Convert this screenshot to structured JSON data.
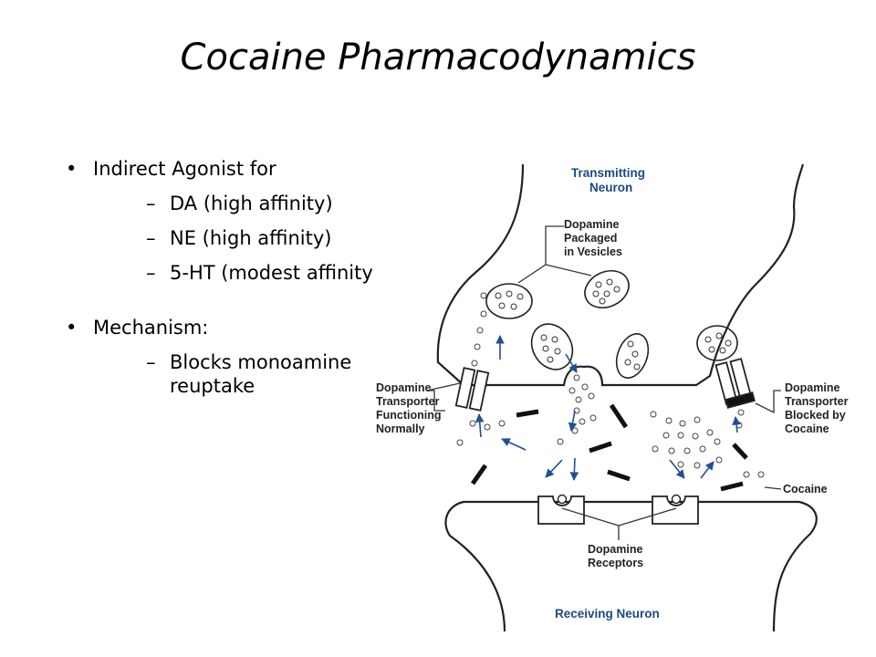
{
  "slide": {
    "title": "Cocaine Pharmacodynamics",
    "bullets": [
      {
        "text": "Indirect Agonist for",
        "children": [
          "DA (high affinity)",
          "NE (high affinity)",
          "5-HT (modest affinity)"
        ]
      },
      {
        "text": "Mechanism:",
        "children": [
          "Blocks monoamine reuptake"
        ]
      }
    ]
  },
  "diagram": {
    "transmitting_neuron": [
      "Transmitting",
      "Neuron"
    ],
    "vesicles_label": [
      "Dopamine",
      "Packaged",
      "in Vesicles"
    ],
    "transporter_normal": [
      "Dopamine",
      "Transporter",
      "Functioning",
      "Normally"
    ],
    "transporter_blocked": [
      "Dopamine",
      "Transporter",
      "Blocked by",
      "Cocaine"
    ],
    "cocaine": "Cocaine",
    "receptors_label": [
      "Dopamine",
      "Receptors"
    ],
    "receiving_neuron": "Receiving Neuron",
    "colors": {
      "label_blue": "#1c4a86",
      "arrow_blue": "#1f4f96",
      "ink": "#222222"
    }
  }
}
